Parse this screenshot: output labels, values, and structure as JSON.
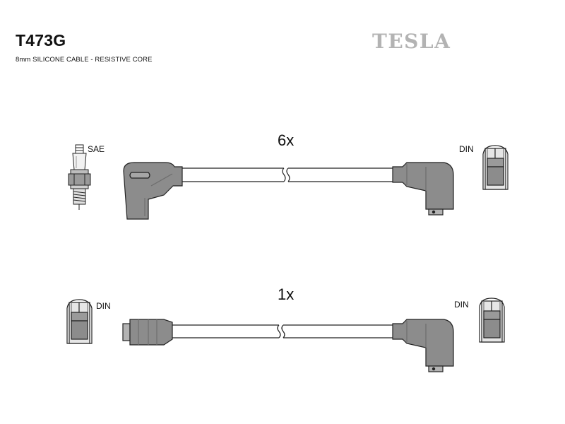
{
  "header": {
    "part_number": "T473G",
    "subtitle": "8mm SILICONE CABLE - RESISTIVE CORE",
    "brand": "TESLA"
  },
  "top_row": {
    "quantity": "6x",
    "left_label": "SAE",
    "right_label": "DIN"
  },
  "bottom_row": {
    "quantity": "1x",
    "left_label": "DIN",
    "right_label": "DIN"
  },
  "colors": {
    "boot_fill": "#8c8c8c",
    "terminal_fill": "#cfcfcf",
    "line": "#222222"
  }
}
